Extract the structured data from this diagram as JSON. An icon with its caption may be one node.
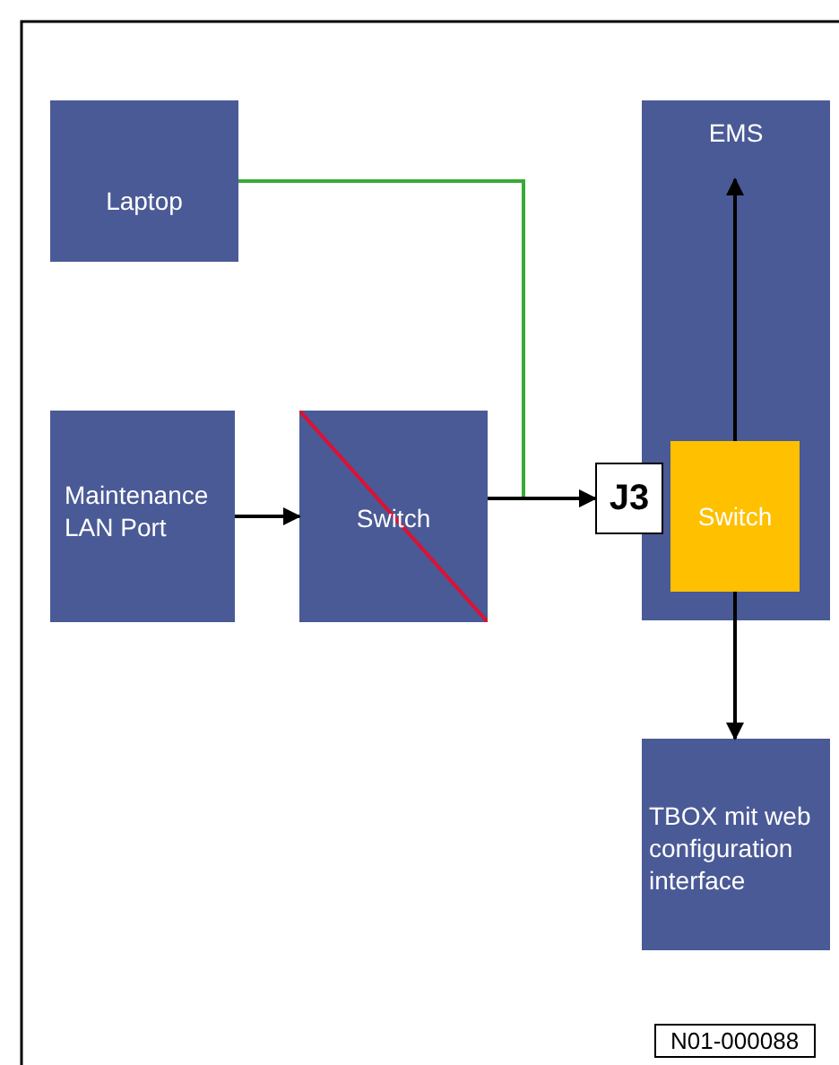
{
  "diagram": {
    "nodes": [
      {
        "text": [
          "Laptop"
        ]
      },
      {
        "text": [
          "EMS"
        ]
      },
      {
        "text": [
          "Switch"
        ],
        "in": 1
      },
      {
        "text": [
          "J3"
        ]
      },
      {
        "text": [
          "Maintenance LAN Port"
        ]
      },
      {
        "text": [
          "Switch"
        ]
      },
      {
        "text": [
          "TBOX mit web configuration interface"
        ]
      }
    ],
    "edges": [
      {
        "from": 0,
        "to": 3,
        "arrow": "to",
        "color": "#3aa935"
      },
      {
        "from": 4,
        "to": 5,
        "arrow": "to"
      },
      {
        "from": 5,
        "to": 3,
        "arrow": "to"
      },
      {
        "from": 2,
        "to": 1,
        "arrow": "to"
      },
      {
        "from": 2,
        "to": 6,
        "arrow": "to"
      }
    ],
    "labels": [
      "N01-000088"
    ]
  }
}
